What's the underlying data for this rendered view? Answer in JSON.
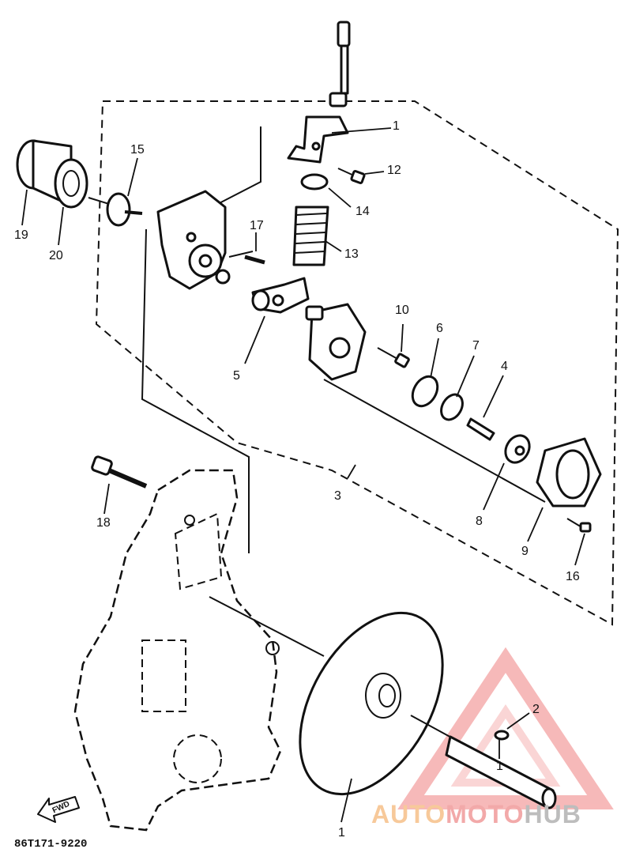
{
  "diagram": {
    "labels": {
      "p1": "1",
      "p1b": "1",
      "p2": "2",
      "p3": "3",
      "p4": "4",
      "p5": "5",
      "p6": "6",
      "p7": "7",
      "p8": "8",
      "p9": "9",
      "p10": "10",
      "p12": "12",
      "p13": "13",
      "p14": "14",
      "p15": "15",
      "p16": "16",
      "p17": "17",
      "p18": "18",
      "p19": "19",
      "p20": "20",
      "p1c": "1"
    },
    "drawing_code": "86T171-9220",
    "arrow_text": "FWD"
  },
  "watermark": {
    "part1": "AUTO",
    "part2": "MOTO",
    "part3": "HUB",
    "colors": {
      "orange": "#f7c99a",
      "red": "#f2a9a9",
      "gray": "#bdbdbd"
    }
  }
}
